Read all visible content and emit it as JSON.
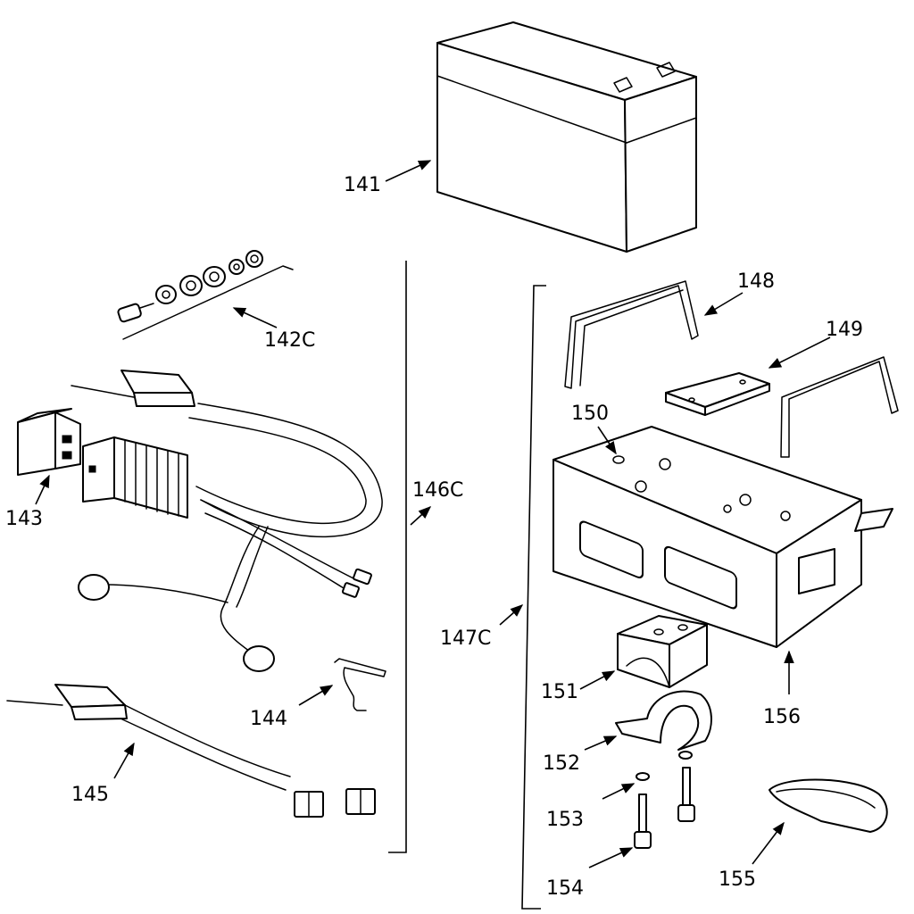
{
  "callouts": {
    "c141": "141",
    "c142c": "142C",
    "c143": "143",
    "c144": "144",
    "c145": "145",
    "c146c": "146C",
    "c147c": "147C",
    "c148": "148",
    "c149": "149",
    "c150": "150",
    "c151": "151",
    "c152": "152",
    "c153": "153",
    "c154": "154",
    "c155": "155",
    "c156": "156"
  },
  "colors": {
    "line": "#000000",
    "background": "#ffffff"
  }
}
